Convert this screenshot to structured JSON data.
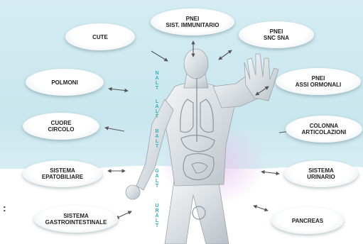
{
  "nodes": {
    "pnei_immunitario": "PNEI\nSIST. IMMUNITARIO",
    "cute": "CUTE",
    "pnei_snc": "PNEI\nSNC SNA",
    "polmoni": "POLMONI",
    "pnei_assi": "PNEI\nASSI ORMONALI",
    "cuore": "CUORE\nCIRCOLO",
    "colonna": "COLONNA\nARTICOLAZIONI",
    "epatobiliare": "SISTEMA\nEPATOBILIARE",
    "urinario": "SISTEMA\nURINARIO",
    "gastro": "SISTEMA\nGASTROINTESTINALE",
    "pancreas": "PANCREAS"
  },
  "vertical_labels": [
    "NALT",
    "LALT",
    "BALT",
    "GALT",
    "URALT"
  ],
  "left_mark": ":",
  "colors": {
    "background_band": "#cce8ef",
    "label_teal": "#2fb3b8",
    "text_dark": "#1e1e1e",
    "arrow": "#555555"
  }
}
